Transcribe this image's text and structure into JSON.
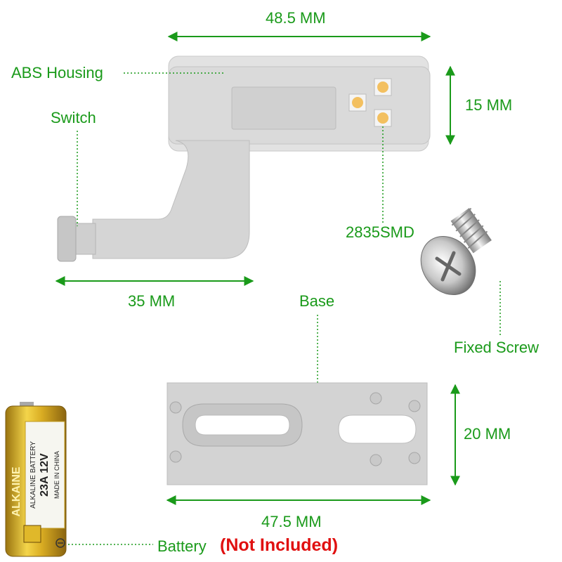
{
  "dimensions": {
    "housing_width": "48.5 MM",
    "housing_height": "15 MM",
    "arm_length": "35 MM",
    "base_height": "20 MM",
    "base_width": "47.5 MM"
  },
  "labels": {
    "abs_housing": "ABS Housing",
    "switch": "Switch",
    "smd": "2835SMD",
    "base": "Base",
    "fixed_screw": "Fixed Screw",
    "battery": "Battery",
    "not_included": "(Not Included)"
  },
  "battery_text": {
    "brand": "ALKAINE",
    "type": "ALKALINE BATTERY",
    "model": "23A 12V",
    "origin": "MADE IN CHINA"
  },
  "colors": {
    "dimension_green": "#1a9a1a",
    "warning_red": "#e01010",
    "plastic_grey": "#d9d9d9",
    "led_yellow": "#f3c060"
  }
}
